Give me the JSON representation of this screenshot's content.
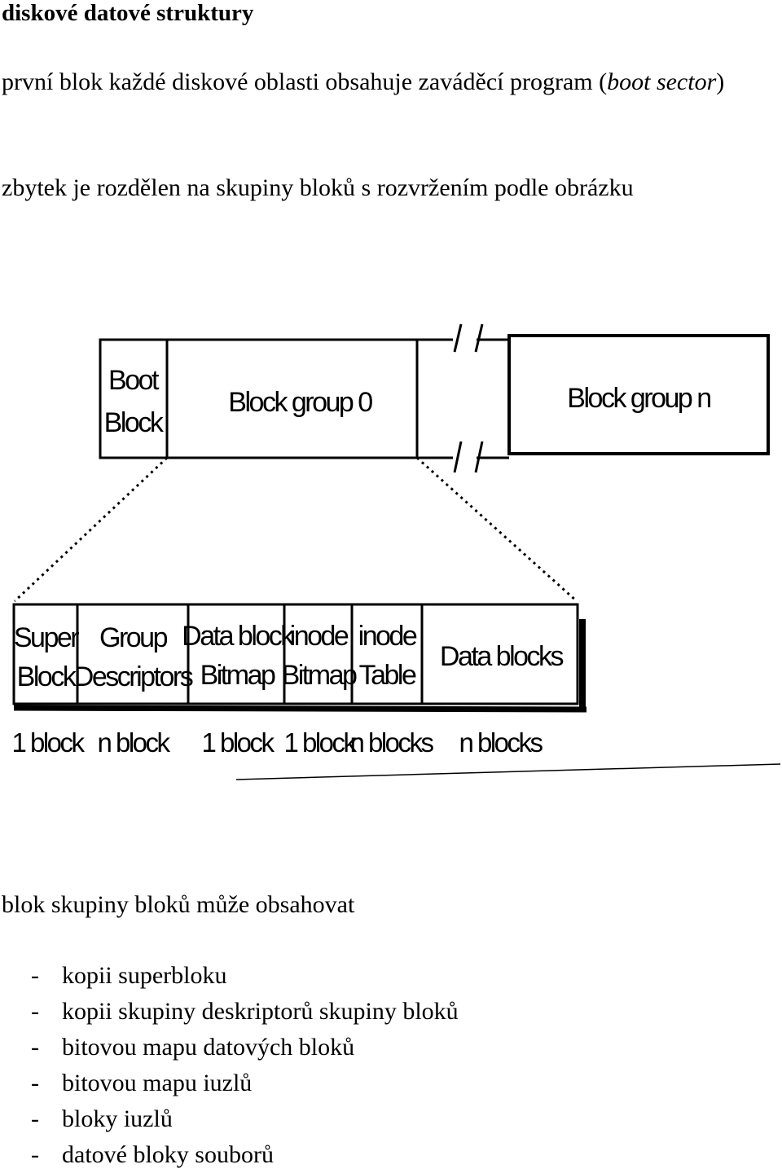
{
  "title": "diskové datové struktury",
  "para1": {
    "text": "první blok každé diskové oblasti obsahuje zaváděcí program (",
    "italic": "boot sector",
    "close": ")"
  },
  "para2": "zbytek je rozdělen na skupiny bloků s rozvržením podle obrázku",
  "diagram": {
    "top_row": {
      "boot_line1": "Boot",
      "boot_line2": "Block",
      "group0": "Block group 0",
      "groupn": "Block group n"
    },
    "bottom_row": [
      {
        "line1": "Super",
        "line2": "Block",
        "size": "1 block"
      },
      {
        "line1": "Group",
        "line2": "Descriptors",
        "size": "n block"
      },
      {
        "line1": "Data block",
        "line2": "Bitmap",
        "size": "1 block"
      },
      {
        "line1": "inode",
        "line2": "Bitmap",
        "size": "1 block"
      },
      {
        "line1": "inode",
        "line2": "Table",
        "size": "n blocks"
      },
      {
        "line1": "Data blocks",
        "line2": "",
        "size": "n blocks"
      }
    ]
  },
  "para3": "blok skupiny bloků může obsahovat",
  "list": {
    "dash": "-",
    "items": [
      "kopii superbloku",
      "kopii skupiny deskriptorů skupiny bloků",
      "bitovou mapu datových bloků",
      "bitovou mapu iuzlů",
      "bloky iuzlů",
      "datové bloky souborů"
    ]
  }
}
